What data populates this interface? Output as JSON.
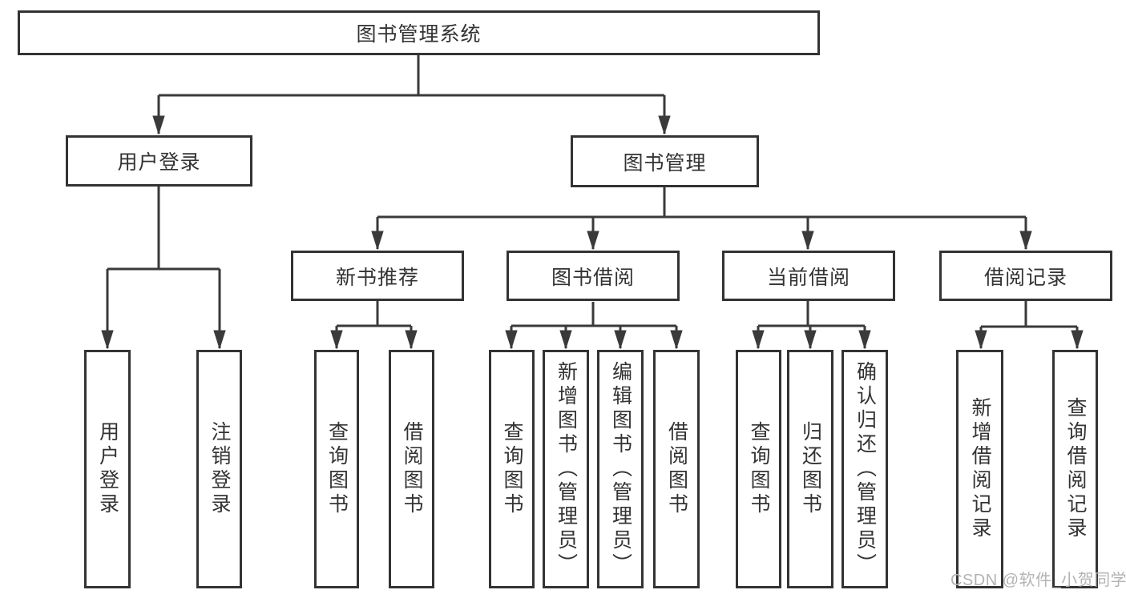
{
  "tree": {
    "label": "图书管理系统",
    "children": [
      {
        "label": "用户登录",
        "children": [
          {
            "label": "用户登录"
          },
          {
            "label": "注销登录"
          }
        ]
      },
      {
        "label": "图书管理",
        "children": [
          {
            "label": "新书推荐",
            "children": [
              {
                "label": "查询图书"
              },
              {
                "label": "借阅图书"
              }
            ]
          },
          {
            "label": "图书借阅",
            "children": [
              {
                "label": "查询图书"
              },
              {
                "label": "新增图书（管理员）"
              },
              {
                "label": "编辑图书（管理员）"
              },
              {
                "label": "借阅图书"
              }
            ]
          },
          {
            "label": "当前借阅",
            "children": [
              {
                "label": "查询图书"
              },
              {
                "label": "归还图书"
              },
              {
                "label": "确认归还（管理员）"
              }
            ]
          },
          {
            "label": "借阅记录",
            "children": [
              {
                "label": "新增借阅记录"
              },
              {
                "label": "查询借阅记录"
              }
            ]
          }
        ]
      }
    ]
  },
  "watermark": {
    "text": "CSDN @软件_小贺同学"
  },
  "colors": {
    "line": "#3a3a3a",
    "box_border": "#333333",
    "text": "#333333",
    "watermark": "#b3b3b3",
    "background": "#ffffff"
  }
}
